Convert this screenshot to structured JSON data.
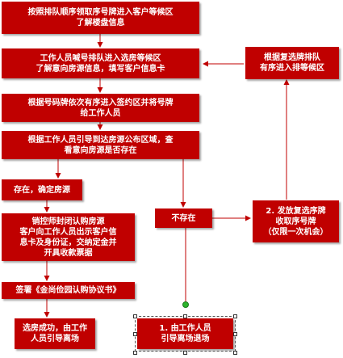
{
  "nodes": {
    "step1": "按照排队顺序领取序号牌进入客户等候区\n了解楼盘信息",
    "step2": "工作人员喊号排队进入选房等候区\n了解意向房源信息，填写客户信息卡",
    "step3": "根据号码牌依次有序进入签约区并将号牌\n给工作人员",
    "step4": "根据工作人员引导到达房源公布区域，查\n看意向房源是否存在",
    "exists": "存在，确定房源",
    "sales": "销控师封闭认购房源\n客户向工作人员出示客户信\n息卡及身份证，交纳定金并\n开具收款票据",
    "sign": "签署《金尚俭园认购协议书》",
    "success": "选房成功，由工作\n人员引导离场",
    "not_exists": "不存在",
    "reissue": "2. 发放复选序牌\n收取序号牌\n（仅限一次机会）",
    "guide_out": "1.  由工作人员\n引导离场退场",
    "requeue": "根据复选牌排队\n有序进入排等候区"
  }
}
